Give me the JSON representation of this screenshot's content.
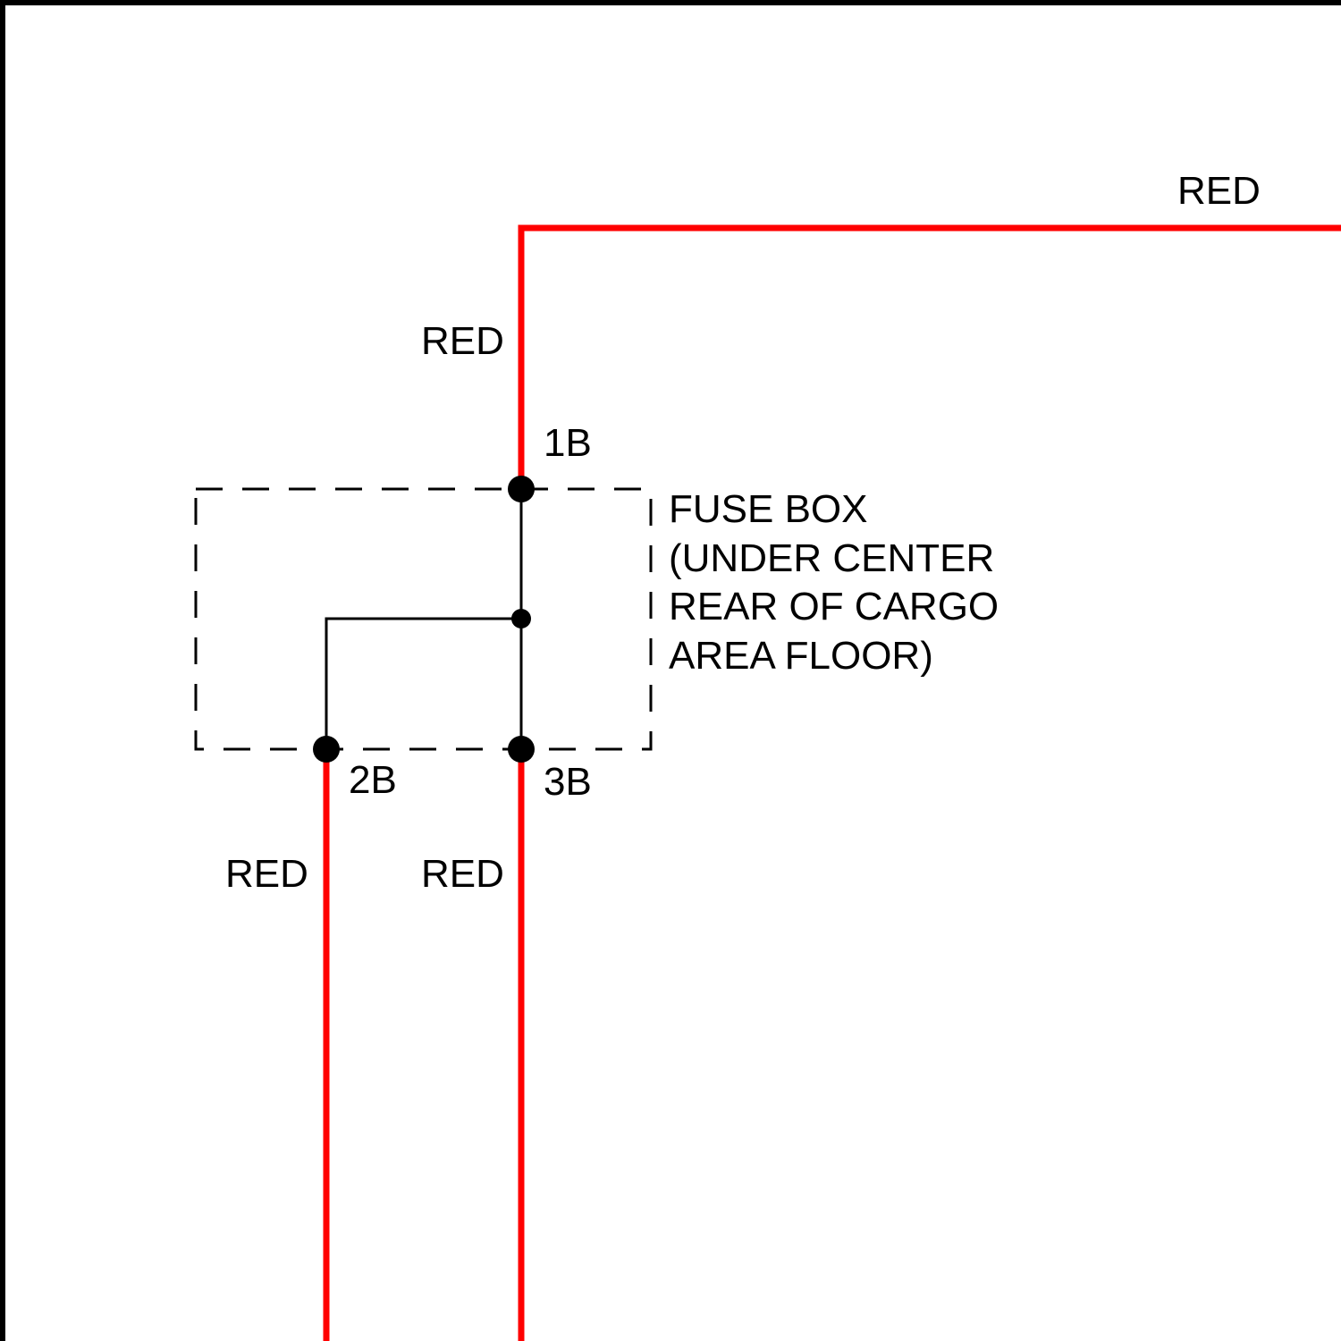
{
  "colors": {
    "wire": "#ff0000",
    "line": "#000000",
    "background": "#ffffff"
  },
  "wire_labels": {
    "top_right": "RED",
    "upper_vertical": "RED",
    "lower_left": "RED",
    "lower_right": "RED"
  },
  "terminals": {
    "t1": "1B",
    "t2": "2B",
    "t3": "3B"
  },
  "fuse_box": {
    "lines": [
      "FUSE BOX",
      "(UNDER CENTER",
      "REAR OF CARGO",
      "AREA FLOOR)"
    ]
  }
}
